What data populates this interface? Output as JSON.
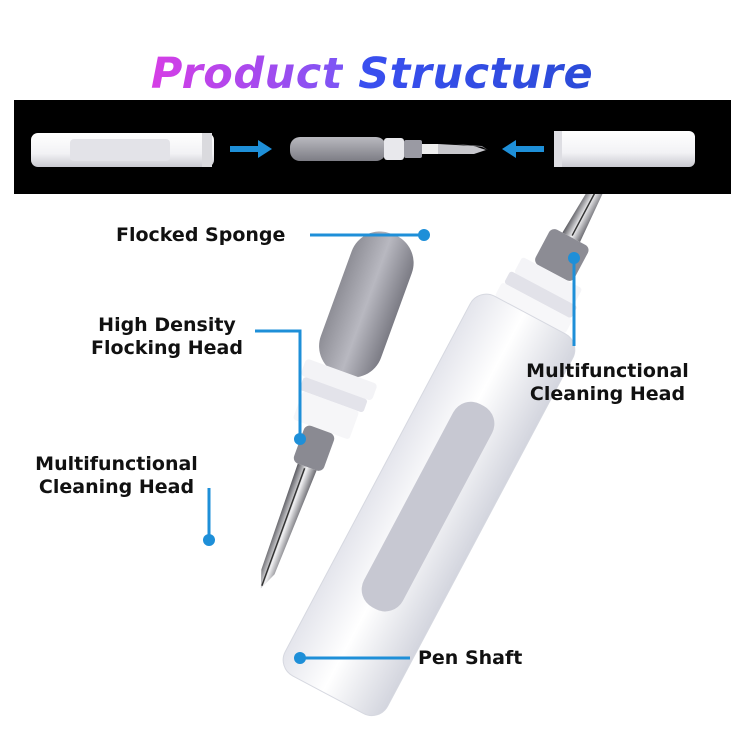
{
  "title": {
    "word1": "Product",
    "word2": "Structure"
  },
  "colors": {
    "accent": "#1e8fd8",
    "banner_bg": "#000000",
    "title_purple": "#b44ded",
    "title_blue": "#2b4bd8"
  },
  "banner": {
    "parts": [
      "cap-left",
      "core-assembly",
      "cap-right"
    ],
    "arrows": [
      "arrow-right-icon",
      "arrow-left-icon"
    ]
  },
  "callouts": {
    "flocked_sponge": "Flocked Sponge",
    "high_density_line1": "High Density",
    "high_density_line2": "Flocking Head",
    "multi_right_line1": "Multifunctional",
    "multi_right_line2": "Cleaning Head",
    "multi_left_line1": "Multifunctional",
    "multi_left_line2": "Cleaning Head",
    "pen_shaft": "Pen Shaft"
  }
}
